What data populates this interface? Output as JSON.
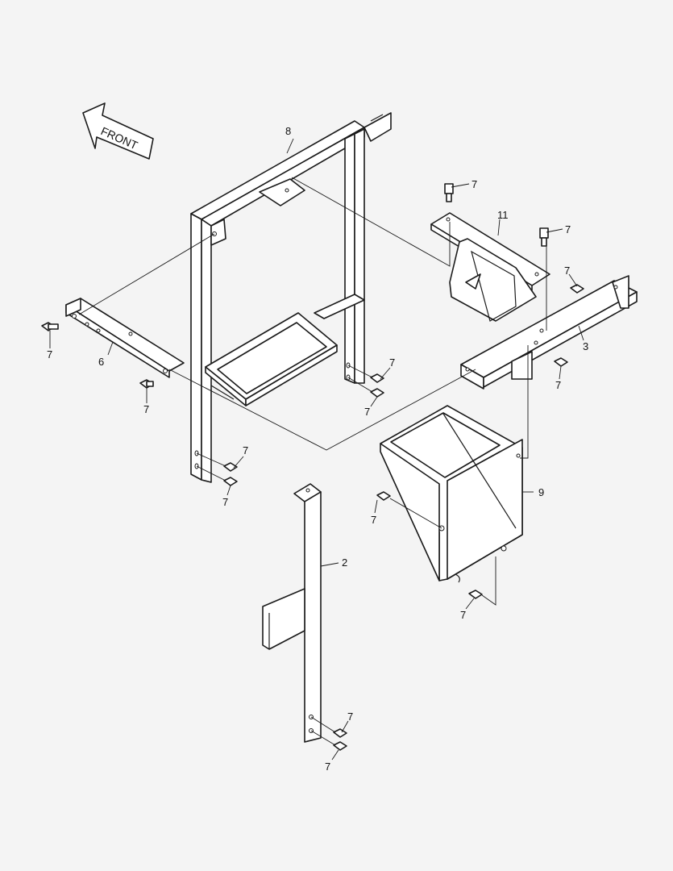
{
  "front_label": "FRONT",
  "callouts": {
    "frame": "8",
    "bracket_top": "11",
    "rail": "3",
    "bracket_left": "6",
    "cover": "9",
    "stay": "2",
    "bolt": "7"
  },
  "colors": {
    "line": "#1a1a1a",
    "background": "#f4f4f4",
    "fill": "#ffffff"
  }
}
